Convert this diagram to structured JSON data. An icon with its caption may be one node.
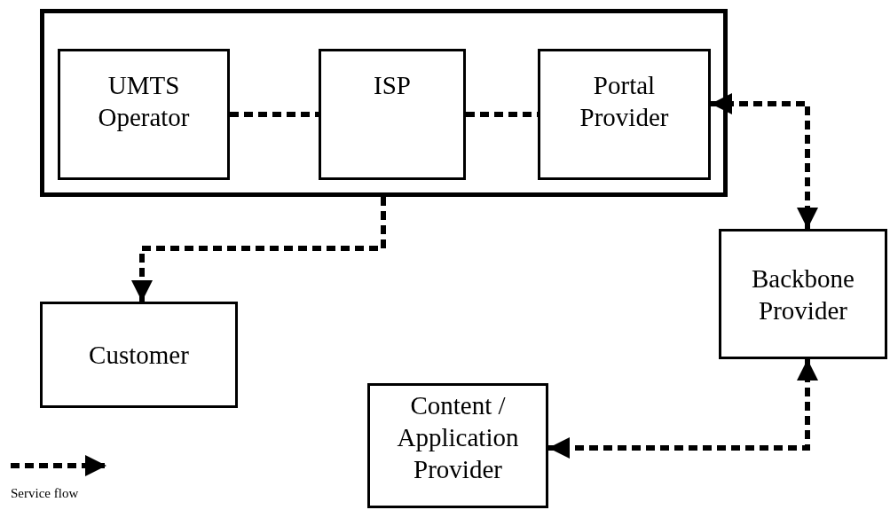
{
  "diagram": {
    "nodes": [
      {
        "text": [],
        "shape": "box"
      },
      {
        "text": [
          "UMTS Operator"
        ],
        "in": 0
      },
      {
        "text": [
          "ISP"
        ],
        "in": 0
      },
      {
        "text": [
          "Portal Provider"
        ],
        "in": 0
      },
      {
        "text": [
          "Customer"
        ]
      },
      {
        "text": [
          "Backbone Provider"
        ]
      },
      {
        "text": [
          "Content / Application Provider"
        ]
      }
    ],
    "edges": [
      {
        "from": 1,
        "to": 2,
        "arrow": "none",
        "style": "dashed"
      },
      {
        "from": 2,
        "to": 3,
        "arrow": "none",
        "style": "dashed"
      },
      {
        "from": 0,
        "to": 4,
        "arrow": "to",
        "style": "dashed"
      },
      {
        "from": 3,
        "to": 5,
        "arrow": "both",
        "style": "dashed"
      },
      {
        "from": 5,
        "to": 6,
        "arrow": "both",
        "style": "dashed"
      }
    ],
    "legend": [
      {
        "text": "Service flow"
      }
    ]
  }
}
